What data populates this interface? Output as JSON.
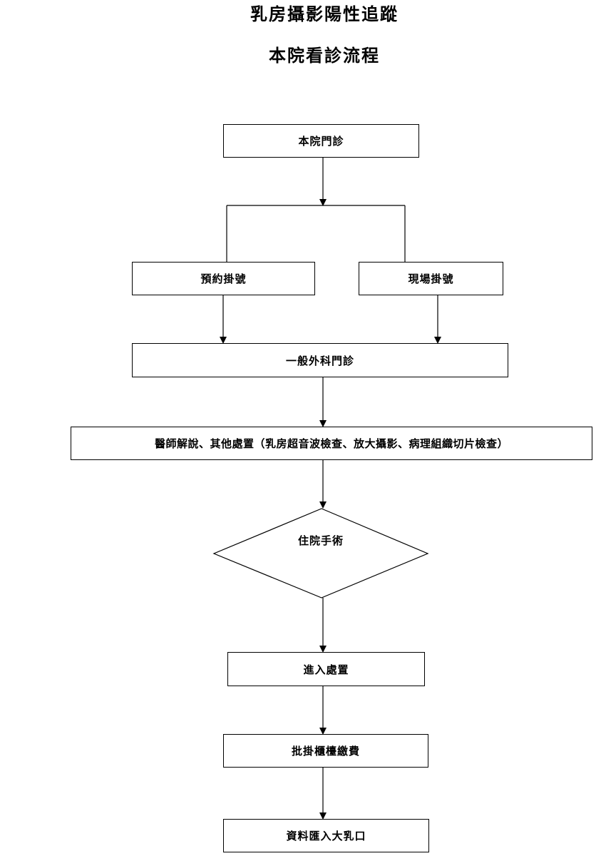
{
  "title": {
    "line1": "乳房攝影陽性追蹤",
    "line2": "本院看診流程"
  },
  "nodes": {
    "outpatient": "本院門診",
    "appointment_registration": "預約掛號",
    "onsite_registration": "現場掛號",
    "general_surgery_clinic": "一般外科門診",
    "doctor_explanation": "醫師解說、其他處置（乳房超音波檢查、放大攝影、病理組織切片檢查）",
    "hospitalization_surgery": "住院手術",
    "enter_treatment": "進入處置",
    "billing_counter": "批掛櫃檯繳費",
    "data_import": "資料匯入大乳口"
  }
}
